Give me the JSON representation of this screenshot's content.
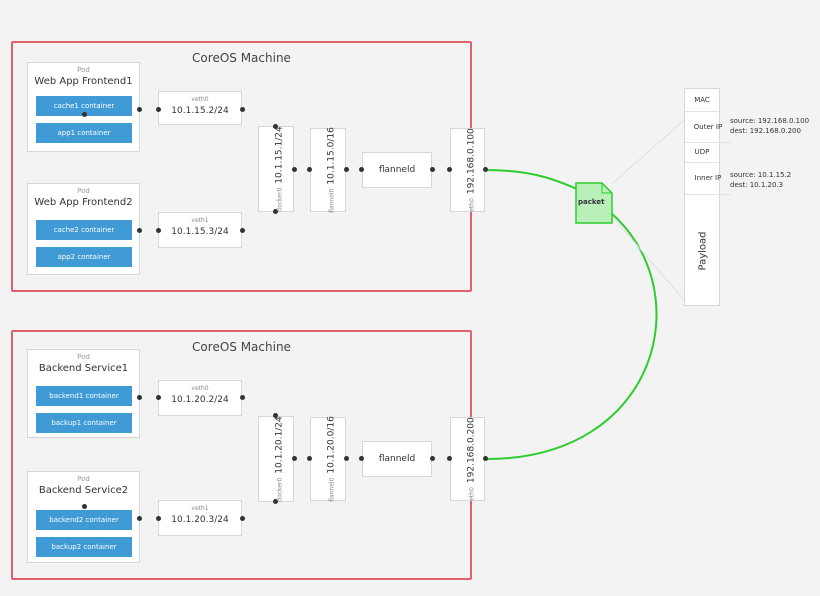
{
  "machines": [
    {
      "title": "CoreOS Machine",
      "pods": [
        {
          "label": "Pod",
          "title": "Web App Frontend1",
          "containers": [
            "cache1 container",
            "app1 container"
          ]
        },
        {
          "label": "Pod",
          "title": "Web App Frontend2",
          "containers": [
            "cache2 container",
            "app2 container"
          ]
        }
      ],
      "veths": [
        {
          "name": "veth0",
          "ip": "10.1.15.2/24"
        },
        {
          "name": "veth1",
          "ip": "10.1.15.3/24"
        }
      ],
      "docker": {
        "name": "docker0",
        "ip": "10.1.15.1/24"
      },
      "flannel_if": {
        "name": "flannel0",
        "ip": "10.1.15.0/16"
      },
      "flanneld": "flanneld",
      "eth": {
        "name": "eth0",
        "ip": "192.168.0.100"
      }
    },
    {
      "title": "CoreOS Machine",
      "pods": [
        {
          "label": "Pod",
          "title": "Backend Service1",
          "containers": [
            "backend1 container",
            "backup1 container"
          ]
        },
        {
          "label": "Pod",
          "title": "Backend Service2",
          "containers": [
            "backend2 container",
            "backup2 container"
          ]
        }
      ],
      "veths": [
        {
          "name": "veth0",
          "ip": "10.1.20.2/24"
        },
        {
          "name": "veth1",
          "ip": "10.1.20.3/24"
        }
      ],
      "docker": {
        "name": "docker0",
        "ip": "10.1.20.1/24"
      },
      "flannel_if": {
        "name": "flannel0",
        "ip": "10.1.20.0/16"
      },
      "flanneld": "flanneld",
      "eth": {
        "name": "eth0",
        "ip": "192.168.0.200"
      }
    }
  ],
  "packet": {
    "label": "packet",
    "layers": [
      "MAC",
      "Outer IP",
      "UDP",
      "Inner IP",
      "Payload"
    ],
    "outer_ip": {
      "source": "source: 192.168.0.100",
      "dest": "dest: 192.168.0.200"
    },
    "inner_ip": {
      "source": "source: 10.1.15.2",
      "dest": "dest: 10.1.20.3"
    }
  },
  "colors": {
    "machine_border": "#e06270",
    "container": "#3f9ad6",
    "link": "#2ecc2e",
    "packet_fill": "#b9f0b9"
  }
}
